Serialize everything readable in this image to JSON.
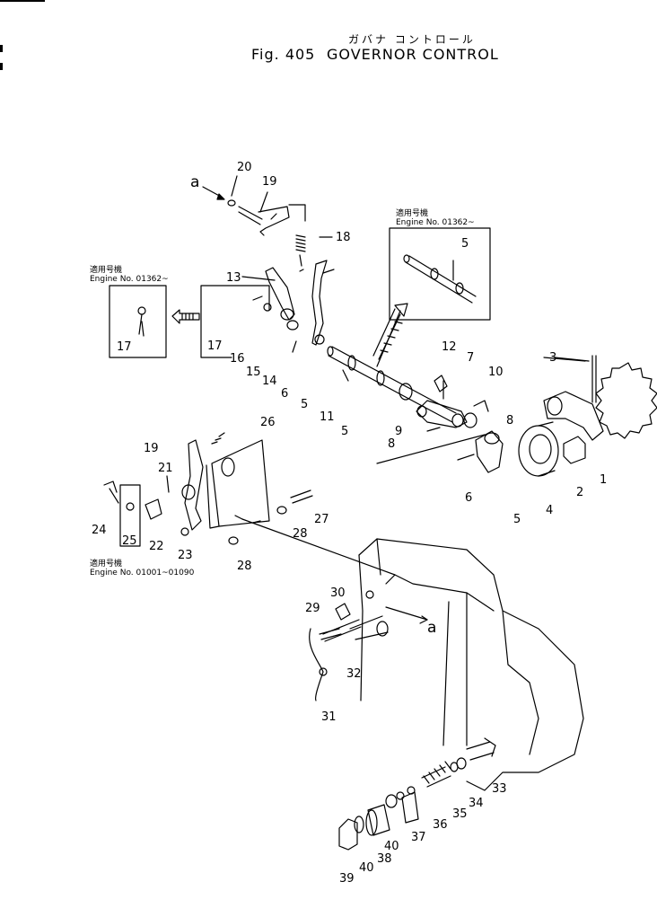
{
  "header": {
    "japanese": "ガバナ コントロール",
    "figure_no": "Fig. 405",
    "title": "GOVERNOR CONTROL"
  },
  "notes": [
    {
      "jp": "適用号機",
      "en": "Engine No. 01362~"
    },
    {
      "jp": "適用号機",
      "en": "Engine No. 01362~"
    },
    {
      "jp": "適用号機",
      "en": "Engine No. 01001~01090"
    }
  ],
  "letters": [
    "a",
    "a"
  ],
  "callouts": [
    "20",
    "19",
    "18",
    "13",
    "17",
    "17",
    "16",
    "15",
    "14",
    "6",
    "5",
    "5",
    "11",
    "5",
    "8",
    "9",
    "12",
    "7",
    "10",
    "8",
    "3",
    "1",
    "2",
    "4",
    "5",
    "6",
    "26",
    "19",
    "21",
    "24",
    "25",
    "22",
    "23",
    "28",
    "27",
    "28",
    "29",
    "30",
    "32",
    "31",
    "33",
    "34",
    "35",
    "36",
    "37",
    "40",
    "38",
    "40",
    "39"
  ]
}
